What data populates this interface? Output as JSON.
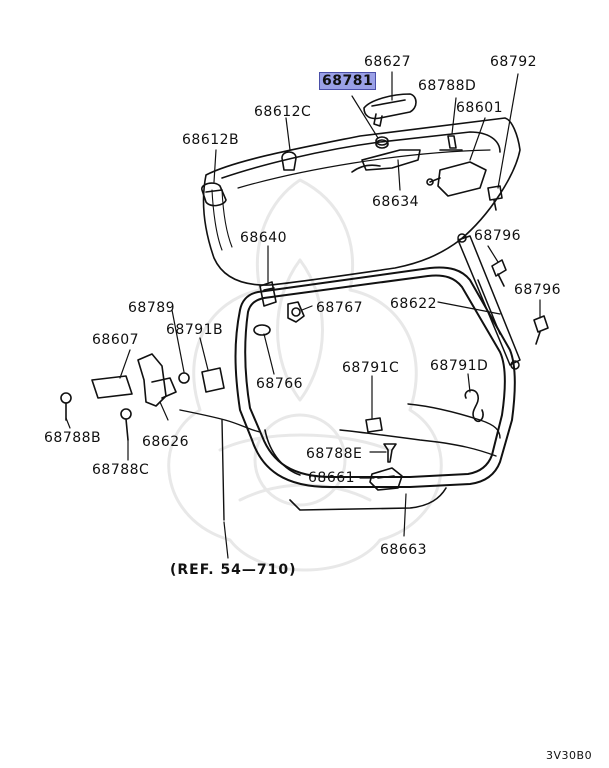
{
  "parts": [
    {
      "id": "p68627",
      "number": "68627"
    },
    {
      "id": "p68781",
      "number": "68781",
      "highlighted": true,
      "highlight_color": "#9aa0e6"
    },
    {
      "id": "p68792",
      "number": "68792"
    },
    {
      "id": "p68788D",
      "number": "68788D"
    },
    {
      "id": "p68612C",
      "number": "68612C"
    },
    {
      "id": "p68601",
      "number": "68601"
    },
    {
      "id": "p68612B",
      "number": "68612B"
    },
    {
      "id": "p68634",
      "number": "68634"
    },
    {
      "id": "p68640",
      "number": "68640"
    },
    {
      "id": "p68796a",
      "number": "68796"
    },
    {
      "id": "p68796b",
      "number": "68796"
    },
    {
      "id": "p68789",
      "number": "68789"
    },
    {
      "id": "p68767",
      "number": "68767"
    },
    {
      "id": "p68622",
      "number": "68622"
    },
    {
      "id": "p68607",
      "number": "68607"
    },
    {
      "id": "p68791B",
      "number": "68791B"
    },
    {
      "id": "p68766",
      "number": "68766"
    },
    {
      "id": "p68791C",
      "number": "68791C"
    },
    {
      "id": "p68791D",
      "number": "68791D"
    },
    {
      "id": "p68788B",
      "number": "68788B"
    },
    {
      "id": "p68626",
      "number": "68626"
    },
    {
      "id": "p68788C",
      "number": "68788C"
    },
    {
      "id": "p68788E",
      "number": "68788E"
    },
    {
      "id": "p68661",
      "number": "68661"
    },
    {
      "id": "p68663",
      "number": "68663"
    }
  ],
  "reference": "(REF. 54—710)",
  "diagram_code": "3V30B0"
}
